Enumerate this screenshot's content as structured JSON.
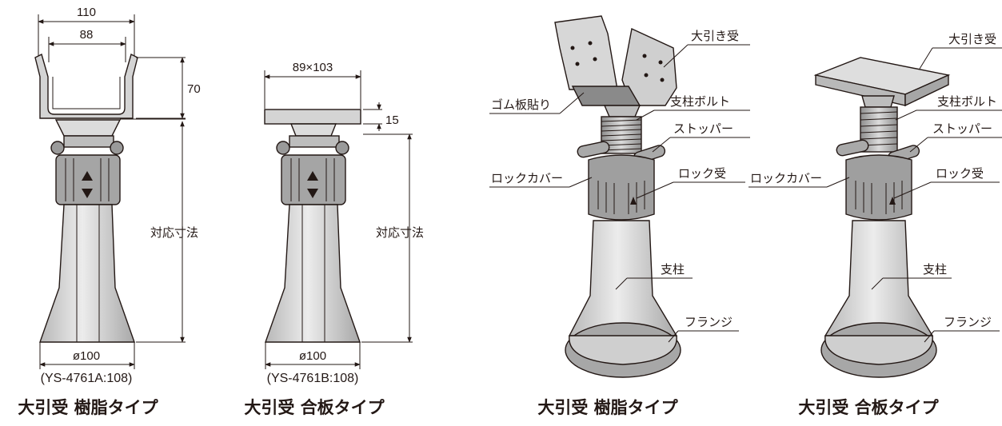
{
  "left_resin": {
    "dim_outer": "110",
    "dim_inner": "88",
    "dim_height": "70",
    "dim_range": "対応寸法",
    "dim_base": "ø100",
    "model": "(YS-4761A:108)",
    "caption": "大引受 樹脂タイプ"
  },
  "left_plywood": {
    "dim_top": "89×103",
    "dim_thickness": "15",
    "dim_range": "対応寸法",
    "dim_base": "ø100",
    "model": "(YS-4761B:108)",
    "caption": "大引受 合板タイプ"
  },
  "right_resin": {
    "label_receiver": "大引き受",
    "label_rubber": "ゴム板貼り",
    "label_bolt": "支柱ボルト",
    "label_stopper": "ストッパー",
    "label_lock_cover": "ロックカバー",
    "label_lock_receiver": "ロック受",
    "label_post": "支柱",
    "label_flange": "フランジ",
    "caption": "大引受 樹脂タイプ"
  },
  "right_plywood": {
    "label_receiver": "大引き受",
    "label_bolt": "支柱ボルト",
    "label_stopper": "ストッパー",
    "label_lock_cover": "ロックカバー",
    "label_lock_receiver": "ロック受",
    "label_post": "支柱",
    "label_flange": "フランジ",
    "caption": "大引受 合板タイプ"
  },
  "colors": {
    "line": "#231815",
    "part_light": "#e6e6e6",
    "part_mid": "#c9c9c9",
    "part_dark": "#9c9c9c"
  }
}
